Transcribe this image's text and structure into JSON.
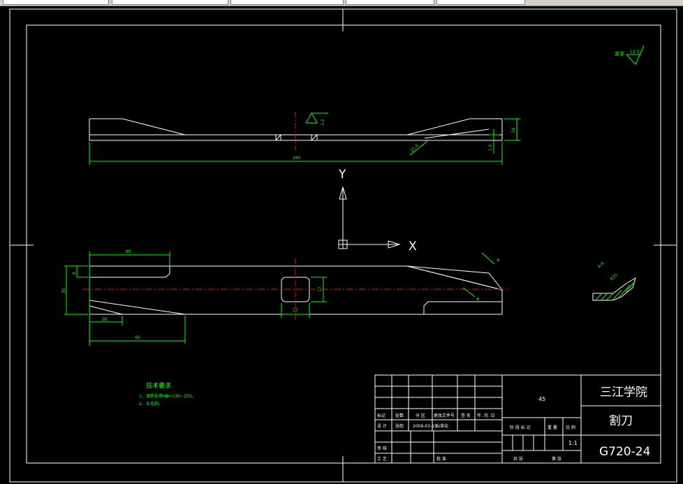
{
  "ucs": {
    "x_label": "X",
    "y_label": "Y"
  },
  "title_block": {
    "school": "三江学院",
    "part_name": "割刀",
    "drawing_no": "G720-24",
    "material": "45",
    "scale": "1:1",
    "row_labels_1": [
      "标记",
      "处数",
      "分 区",
      "更改文件号",
      "签 名",
      "年. 月. 日"
    ],
    "row_labels_2": [
      "设 计",
      "张彪",
      "2006-03-15",
      "标准化"
    ],
    "review_label": "审 核",
    "process_label": "工 艺",
    "approve_label": "批 准",
    "stage_labels": [
      "阶 段 标 记",
      "重 量",
      "比 例"
    ],
    "sheet_labels": [
      "共 张",
      "第 张"
    ]
  },
  "tech_requirements": {
    "title": "技术要求",
    "items": [
      "1、调质处理HB=230~250。",
      "2、去毛刺。"
    ]
  },
  "roughness_note": {
    "label": "其余",
    "value": "12.5"
  },
  "top_view": {
    "length_dim": "280",
    "height_dim": "16",
    "step_dim": "1.6",
    "roughness": "3.2",
    "angle_roughness": "25.6"
  },
  "main_view": {
    "dims": [
      "80",
      "8",
      "30",
      "20",
      "60",
      "17",
      "17"
    ],
    "leader_a_top": "A",
    "leader_a_bottom": "A"
  },
  "section": {
    "label": "A-A",
    "roughness": "R25"
  },
  "colors": {
    "background": "#000000",
    "outline": "#ffffff",
    "dimension": "#00ff00",
    "centerline": "#ff0000"
  }
}
